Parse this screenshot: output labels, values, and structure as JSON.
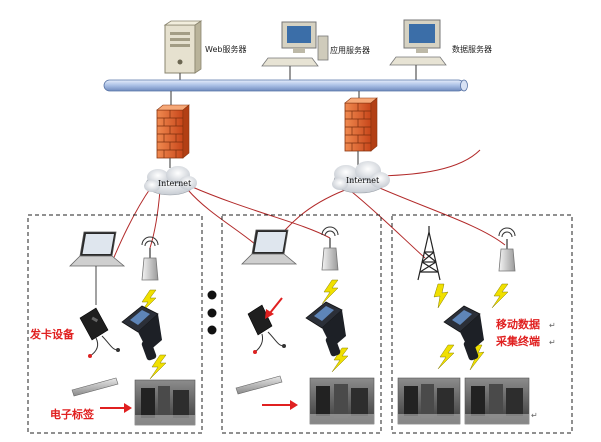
{
  "servers": {
    "web_label": "Web服务器",
    "app_label": "应用服务器",
    "db_label": "数据服务器"
  },
  "network": {
    "internet_left": "Internet",
    "internet_right": "Internet"
  },
  "labels": {
    "card_issuer": "发卡设备",
    "rfid_tag": "电子标签",
    "mobile_terminal_line1": "移动数据",
    "mobile_terminal_line2": "采集终端",
    "return_mark_1": "↵",
    "return_mark_2": "↵",
    "return_mark_3": "↵"
  },
  "colors": {
    "link_red": "#b22a2a",
    "label_red": "#e02020",
    "bolt_yellow": "#f0e000",
    "firewall": "#e0622a",
    "bus_blue": "#b7c9e8"
  }
}
